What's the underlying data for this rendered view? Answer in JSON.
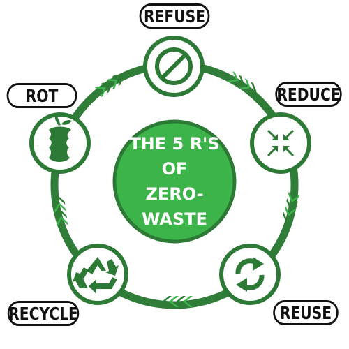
{
  "center": {
    "line1": "THE 5 R'S",
    "line2": "OF",
    "line3": "ZERO-WASTE"
  },
  "labels": {
    "refuse": "REFUSE",
    "reduce": "REDUCE",
    "reuse": "REUSE",
    "recycle": "RECYCLE",
    "rot": "ROT"
  },
  "colors": {
    "dark_green": "#2c7a36",
    "ring_green": "#2f7d39",
    "center_green": "#3cb44a",
    "arrow_light": "#4cc64f",
    "arrow_dark": "#2e7d32"
  },
  "icons": {
    "refuse": "prohibited-icon",
    "reduce": "compress-arrows-icon",
    "reuse": "cycle-arrows-icon",
    "recycle": "recycle-icon",
    "rot": "apple-core-icon"
  }
}
